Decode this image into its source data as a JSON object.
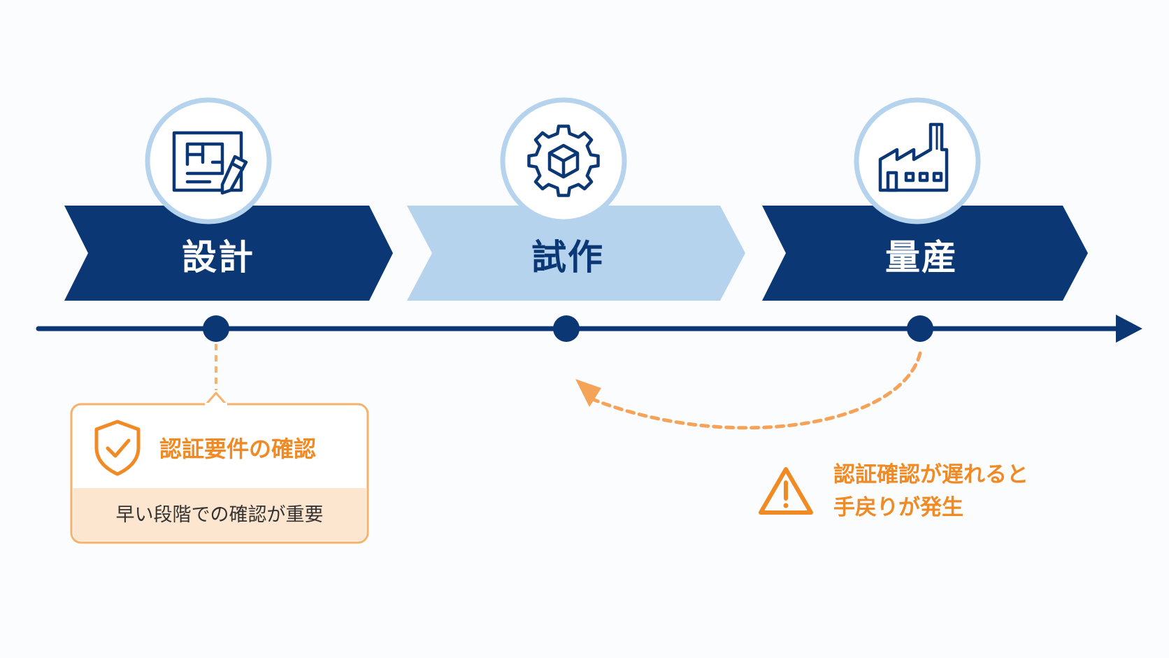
{
  "stages": [
    {
      "label": "設計",
      "icon": "blueprint-icon",
      "style": "dark"
    },
    {
      "label": "試作",
      "icon": "gear-box-icon",
      "style": "light"
    },
    {
      "label": "量産",
      "icon": "factory-icon",
      "style": "dark"
    }
  ],
  "callout": {
    "title": "認証要件の確認",
    "body": "早い段階での確認が重要",
    "icon": "shield-check-icon"
  },
  "warning": {
    "line1": "認証確認が遅れると",
    "line2": "手戻りが発生",
    "icon": "warning-triangle-icon"
  },
  "colors": {
    "navy": "#0b3875",
    "light_blue": "#b6d3ee",
    "ring_blue": "#b6d3ee",
    "orange": "#f08a24",
    "callout_bg": "#fde6cf",
    "callout_border": "#f6b26b"
  }
}
